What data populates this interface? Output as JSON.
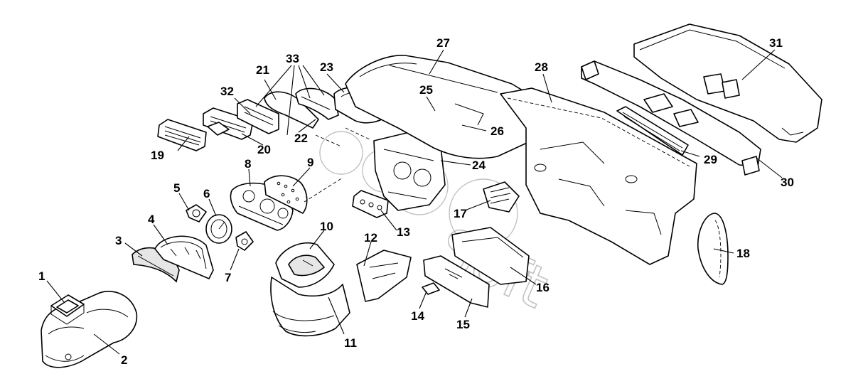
{
  "callouts": {
    "c1": "1",
    "c2": "2",
    "c3": "3",
    "c4": "4",
    "c5": "5",
    "c6": "6",
    "c7": "7",
    "c8": "8",
    "c9": "9",
    "c10": "10",
    "c11": "11",
    "c12": "12",
    "c13": "13",
    "c14": "14",
    "c15": "15",
    "c16": "16",
    "c17": "17",
    "c18": "18",
    "c19": "19",
    "c20": "20",
    "c21": "21",
    "c22": "22",
    "c23": "23",
    "c24": "24",
    "c25": "25",
    "c26": "26",
    "c27": "27",
    "c28": "28",
    "c29": "29",
    "c30": "30",
    "c31": "31",
    "c32": "32",
    "c33": "33"
  },
  "watermark": "Soft"
}
